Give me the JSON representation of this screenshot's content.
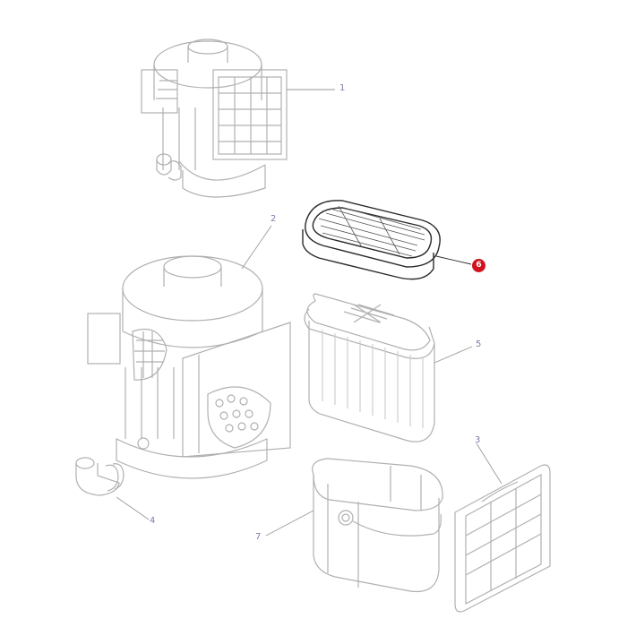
{
  "diagram": {
    "type": "exploded parts diagram",
    "subject": "air filter assembly",
    "colors": {
      "line_art": "#a8a8a8",
      "highlight_line": "#2a2a2a",
      "label_text": "#7d7fa8",
      "highlight_badge": "#d0131e"
    },
    "parts": [
      {
        "number": "1",
        "name": "air filter housing assembly (complete)"
      },
      {
        "number": "2",
        "name": "air filter housing"
      },
      {
        "number": "3",
        "name": "side cover / grille"
      },
      {
        "number": "4",
        "name": "elbow outlet fitting"
      },
      {
        "number": "5",
        "name": "main filter element"
      },
      {
        "number": "6",
        "name": "filter cartridge (highlighted)"
      },
      {
        "number": "7",
        "name": "filter bowl / cup"
      }
    ],
    "highlighted_part": "6"
  }
}
